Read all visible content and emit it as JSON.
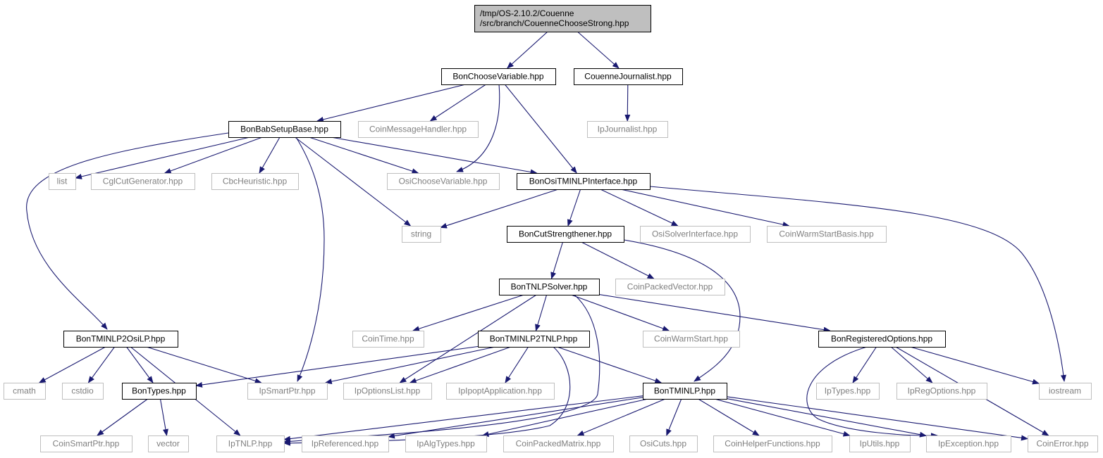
{
  "colors": {
    "edge": "#191970",
    "root_fill": "#bfbfbf",
    "documented_border": "#000000",
    "external_border": "#bfbfbf",
    "external_text": "#7f7f7f",
    "text": "#000000"
  },
  "nodes": [
    {
      "id": "root",
      "kind": "root",
      "lines": [
        "/tmp/OS-2.10.2/Couenne",
        "/src/branch/CouenneChooseStrong.hpp"
      ]
    },
    {
      "id": "bonchoosevariable",
      "kind": "documented",
      "lines": [
        "BonChooseVariable.hpp"
      ]
    },
    {
      "id": "couennejournalist",
      "kind": "documented",
      "lines": [
        "CouenneJournalist.hpp"
      ]
    },
    {
      "id": "bonbabsetupbase",
      "kind": "documented",
      "lines": [
        "BonBabSetupBase.hpp"
      ]
    },
    {
      "id": "coinmessagehandler",
      "kind": "external",
      "lines": [
        "CoinMessageHandler.hpp"
      ]
    },
    {
      "id": "ipjournalist",
      "kind": "external",
      "lines": [
        "IpJournalist.hpp"
      ]
    },
    {
      "id": "list",
      "kind": "external",
      "lines": [
        "list"
      ]
    },
    {
      "id": "cglcutgenerator",
      "kind": "external",
      "lines": [
        "CglCutGenerator.hpp"
      ]
    },
    {
      "id": "cbcheuristic",
      "kind": "external",
      "lines": [
        "CbcHeuristic.hpp"
      ]
    },
    {
      "id": "osichoosevariable",
      "kind": "external",
      "lines": [
        "OsiChooseVariable.hpp"
      ]
    },
    {
      "id": "bonositminlpinterface",
      "kind": "documented",
      "lines": [
        "BonOsiTMINLPInterface.hpp"
      ]
    },
    {
      "id": "string",
      "kind": "external",
      "lines": [
        "string"
      ]
    },
    {
      "id": "boncutstrengthener",
      "kind": "documented",
      "lines": [
        "BonCutStrengthener.hpp"
      ]
    },
    {
      "id": "osisolverinterface",
      "kind": "external",
      "lines": [
        "OsiSolverInterface.hpp"
      ]
    },
    {
      "id": "coinwarmstartbasis",
      "kind": "external",
      "lines": [
        "CoinWarmStartBasis.hpp"
      ]
    },
    {
      "id": "bontnlpsolver",
      "kind": "documented",
      "lines": [
        "BonTNLPSolver.hpp"
      ]
    },
    {
      "id": "coinpackedvector",
      "kind": "external",
      "lines": [
        "CoinPackedVector.hpp"
      ]
    },
    {
      "id": "bontminlp2osilp",
      "kind": "documented",
      "lines": [
        "BonTMINLP2OsiLP.hpp"
      ]
    },
    {
      "id": "cointime",
      "kind": "external",
      "lines": [
        "CoinTime.hpp"
      ]
    },
    {
      "id": "bontminlp2tnlp",
      "kind": "documented",
      "lines": [
        "BonTMINLP2TNLP.hpp"
      ]
    },
    {
      "id": "coinwarmstart",
      "kind": "external",
      "lines": [
        "CoinWarmStart.hpp"
      ]
    },
    {
      "id": "bonregisteredoptions",
      "kind": "documented",
      "lines": [
        "BonRegisteredOptions.hpp"
      ]
    },
    {
      "id": "cmath",
      "kind": "external",
      "lines": [
        "cmath"
      ]
    },
    {
      "id": "cstdio",
      "kind": "external",
      "lines": [
        "cstdio"
      ]
    },
    {
      "id": "bontypes",
      "kind": "documented",
      "lines": [
        "BonTypes.hpp"
      ]
    },
    {
      "id": "ipsmartptr",
      "kind": "external",
      "lines": [
        "IpSmartPtr.hpp"
      ]
    },
    {
      "id": "ipoptionslist",
      "kind": "external",
      "lines": [
        "IpOptionsList.hpp"
      ]
    },
    {
      "id": "ipipoptapplication",
      "kind": "external",
      "lines": [
        "IpIpoptApplication.hpp"
      ]
    },
    {
      "id": "bontminlp",
      "kind": "documented",
      "lines": [
        "BonTMINLP.hpp"
      ]
    },
    {
      "id": "iptypes",
      "kind": "external",
      "lines": [
        "IpTypes.hpp"
      ]
    },
    {
      "id": "ipregoptions",
      "kind": "external",
      "lines": [
        "IpRegOptions.hpp"
      ]
    },
    {
      "id": "iostream",
      "kind": "external",
      "lines": [
        "iostream"
      ]
    },
    {
      "id": "coinsmartptr",
      "kind": "external",
      "lines": [
        "CoinSmartPtr.hpp"
      ]
    },
    {
      "id": "vector",
      "kind": "external",
      "lines": [
        "vector"
      ]
    },
    {
      "id": "iptnlp",
      "kind": "external",
      "lines": [
        "IpTNLP.hpp"
      ]
    },
    {
      "id": "ipreferenced",
      "kind": "external",
      "lines": [
        "IpReferenced.hpp"
      ]
    },
    {
      "id": "ipalgtypes",
      "kind": "external",
      "lines": [
        "IpAlgTypes.hpp"
      ]
    },
    {
      "id": "coinpackedmatrix",
      "kind": "external",
      "lines": [
        "CoinPackedMatrix.hpp"
      ]
    },
    {
      "id": "osicuts",
      "kind": "external",
      "lines": [
        "OsiCuts.hpp"
      ]
    },
    {
      "id": "coinhelperfunctions",
      "kind": "external",
      "lines": [
        "CoinHelperFunctions.hpp"
      ]
    },
    {
      "id": "iputils",
      "kind": "external",
      "lines": [
        "IpUtils.hpp"
      ]
    },
    {
      "id": "ipexception",
      "kind": "external",
      "lines": [
        "IpException.hpp"
      ]
    },
    {
      "id": "coinerror",
      "kind": "external",
      "lines": [
        "CoinError.hpp"
      ]
    }
  ],
  "edges": [
    [
      "root",
      "bonchoosevariable"
    ],
    [
      "root",
      "couennejournalist"
    ],
    [
      "bonchoosevariable",
      "bonbabsetupbase"
    ],
    [
      "bonchoosevariable",
      "coinmessagehandler"
    ],
    [
      "bonchoosevariable",
      "osichoosevariable"
    ],
    [
      "bonchoosevariable",
      "bonositminlpinterface"
    ],
    [
      "couennejournalist",
      "ipjournalist"
    ],
    [
      "bonbabsetupbase",
      "bontminlp2osilp"
    ],
    [
      "bonbabsetupbase",
      "list"
    ],
    [
      "bonbabsetupbase",
      "cglcutgenerator"
    ],
    [
      "bonbabsetupbase",
      "cbcheuristic"
    ],
    [
      "bonbabsetupbase",
      "osichoosevariable"
    ],
    [
      "bonbabsetupbase",
      "bonositminlpinterface"
    ],
    [
      "bonbabsetupbase",
      "string"
    ],
    [
      "bonbabsetupbase",
      "ipsmartptr"
    ],
    [
      "bonositminlpinterface",
      "string"
    ],
    [
      "bonositminlpinterface",
      "boncutstrengthener"
    ],
    [
      "bonositminlpinterface",
      "osisolverinterface"
    ],
    [
      "bonositminlpinterface",
      "coinwarmstartbasis"
    ],
    [
      "bonositminlpinterface",
      "iostream"
    ],
    [
      "boncutstrengthener",
      "bontnlpsolver"
    ],
    [
      "boncutstrengthener",
      "coinpackedvector"
    ],
    [
      "boncutstrengthener",
      "bontminlp"
    ],
    [
      "bontnlpsolver",
      "cointime"
    ],
    [
      "bontnlpsolver",
      "bontminlp2tnlp"
    ],
    [
      "bontnlpsolver",
      "coinwarmstart"
    ],
    [
      "bontnlpsolver",
      "bonregisteredoptions"
    ],
    [
      "bontnlpsolver",
      "ipoptionslist"
    ],
    [
      "bontnlpsolver",
      "iptnlp"
    ],
    [
      "bontminlp2osilp",
      "cmath"
    ],
    [
      "bontminlp2osilp",
      "cstdio"
    ],
    [
      "bontminlp2osilp",
      "bontypes"
    ],
    [
      "bontminlp2osilp",
      "ipsmartptr"
    ],
    [
      "bontminlp2osilp",
      "iptnlp"
    ],
    [
      "bontminlp2tnlp",
      "bontypes"
    ],
    [
      "bontminlp2tnlp",
      "ipsmartptr"
    ],
    [
      "bontminlp2tnlp",
      "ipoptionslist"
    ],
    [
      "bontminlp2tnlp",
      "ipipoptapplication"
    ],
    [
      "bontminlp2tnlp",
      "bontminlp"
    ],
    [
      "bontminlp2tnlp",
      "iptnlp"
    ],
    [
      "bonregisteredoptions",
      "iptypes"
    ],
    [
      "bonregisteredoptions",
      "ipregoptions"
    ],
    [
      "bonregisteredoptions",
      "iostream"
    ],
    [
      "bonregisteredoptions",
      "ipexception"
    ],
    [
      "bonregisteredoptions",
      "coinerror"
    ],
    [
      "bontypes",
      "coinsmartptr"
    ],
    [
      "bontypes",
      "vector"
    ],
    [
      "bontminlp",
      "iptnlp"
    ],
    [
      "bontminlp",
      "ipreferenced"
    ],
    [
      "bontminlp",
      "ipalgtypes"
    ],
    [
      "bontminlp",
      "coinpackedmatrix"
    ],
    [
      "bontminlp",
      "osicuts"
    ],
    [
      "bontminlp",
      "coinhelperfunctions"
    ],
    [
      "bontminlp",
      "iputils"
    ],
    [
      "bontminlp",
      "ipexception"
    ],
    [
      "bontminlp",
      "coinerror"
    ]
  ]
}
